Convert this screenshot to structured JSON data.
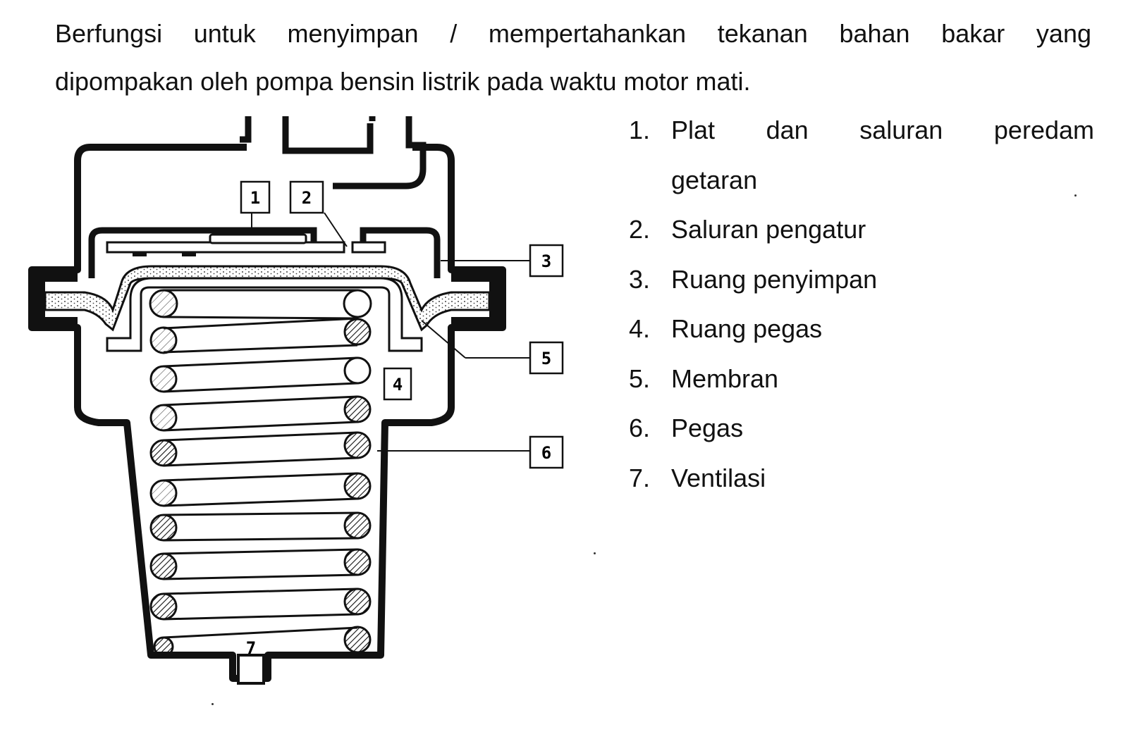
{
  "intro": {
    "line1": "Berfungsi untuk menyimpan / mempertahankan tekanan bahan bakar yang",
    "line2": "dipompakan oleh pompa bensin listrik pada waktu motor mati."
  },
  "diagram_labels": [
    "1",
    "2",
    "3",
    "4",
    "5",
    "6",
    "7"
  ],
  "legend": [
    {
      "num": "1.",
      "text_a": "Plat dan saluran peredam",
      "text_b": "getaran"
    },
    {
      "num": "2.",
      "text": "Saluran pengatur"
    },
    {
      "num": "3.",
      "text": "Ruang penyimpan"
    },
    {
      "num": "4.",
      "text": "Ruang pegas"
    },
    {
      "num": "5.",
      "text": "Membran"
    },
    {
      "num": "6.",
      "text": "Pegas"
    },
    {
      "num": "7.",
      "text": "Ventilasi"
    }
  ]
}
